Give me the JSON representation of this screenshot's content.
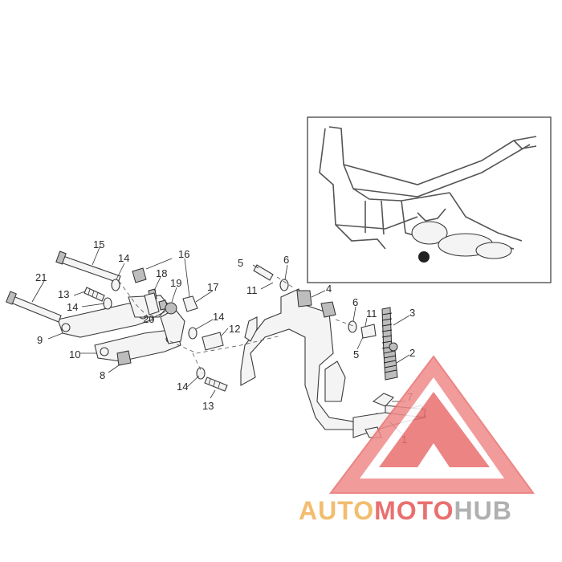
{
  "diagram": {
    "callouts": [
      {
        "label": "1"
      },
      {
        "label": "2"
      },
      {
        "label": "3"
      },
      {
        "label": "4"
      },
      {
        "label": "5"
      },
      {
        "label": "5"
      },
      {
        "label": "6"
      },
      {
        "label": "6"
      },
      {
        "label": "7"
      },
      {
        "label": "8"
      },
      {
        "label": "9"
      },
      {
        "label": "10"
      },
      {
        "label": "11"
      },
      {
        "label": "11"
      },
      {
        "label": "12"
      },
      {
        "label": "13"
      },
      {
        "label": "13"
      },
      {
        "label": "14"
      },
      {
        "label": "14"
      },
      {
        "label": "14"
      },
      {
        "label": "14"
      },
      {
        "label": "15"
      },
      {
        "label": "16"
      },
      {
        "label": "17"
      },
      {
        "label": "18"
      },
      {
        "label": "19"
      },
      {
        "label": "20"
      },
      {
        "label": "21"
      }
    ]
  },
  "watermark": {
    "part1": "AUTO",
    "part2": "MOTO",
    "part3": "HUB",
    "colors": {
      "auto": "#f2bd6e",
      "moto": "#e96f6f",
      "hub": "#b0b0b0",
      "logo": "#e96f6f"
    }
  }
}
